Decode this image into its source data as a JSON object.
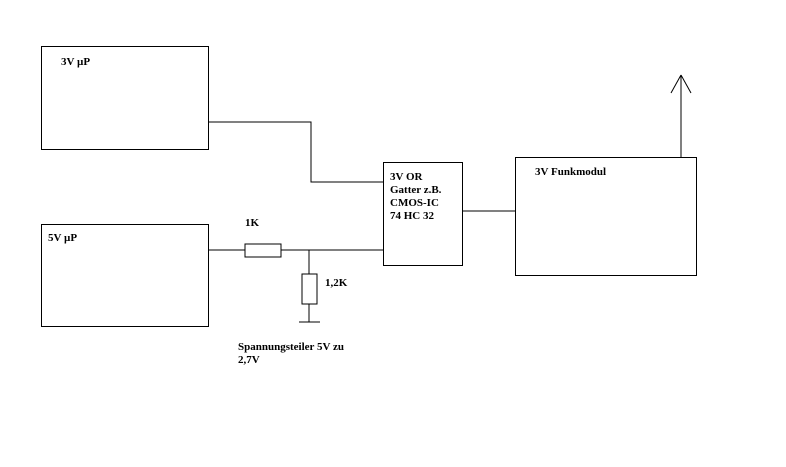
{
  "blocks": {
    "mcu_3v": "3V µP",
    "mcu_5v": "5V µP",
    "or_gate": "3V OR\nGatter z.B.\nCMOS-IC\n74 HC 32",
    "radio_module": "3V Funkmodul"
  },
  "resistors": {
    "r_series": "1K",
    "r_shunt": "1,2K"
  },
  "note": "Spannungsteiler 5V zu\n2,7V"
}
